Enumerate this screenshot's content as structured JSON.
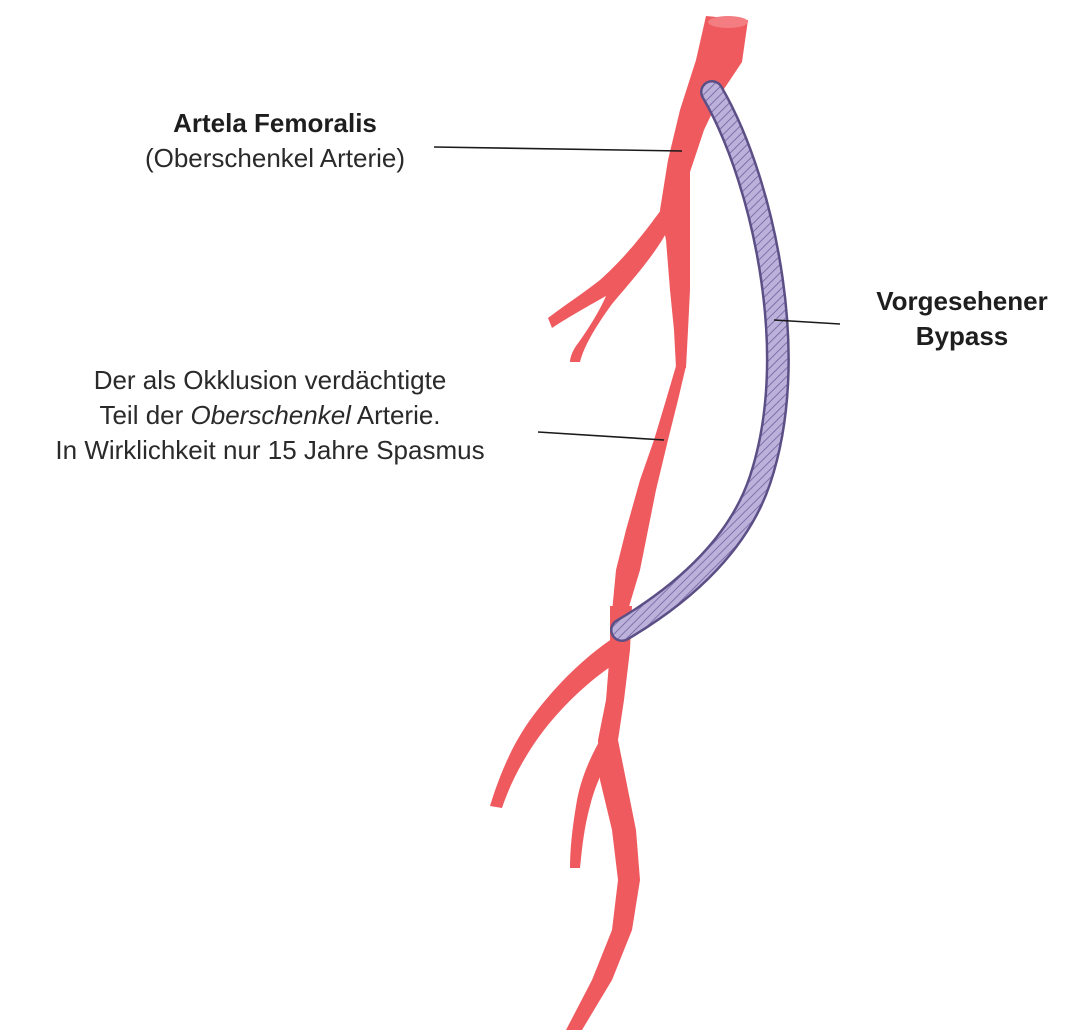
{
  "labels": {
    "femoral": {
      "title": "Artela Femoralis",
      "subtitle": "(Oberschenkel Arterie)"
    },
    "occlusion": {
      "line1": "Der als Okklusion verdächtigte",
      "line2_a": "Teil der ",
      "line2_italic": "Oberschenkel",
      "line2_b": " Arterie.",
      "line3": "In Wirklichkeit nur 15 Jahre Spasmus"
    },
    "bypass": {
      "line1": "Vorgesehener",
      "line2": "Bypass"
    }
  },
  "colors": {
    "artery": "#ef5a5f",
    "artery_dark": "#d9434a",
    "bypass": "#b8acd6",
    "bypass_stripe": "#7d6fa8",
    "leader_line": "#1a1a1a"
  }
}
